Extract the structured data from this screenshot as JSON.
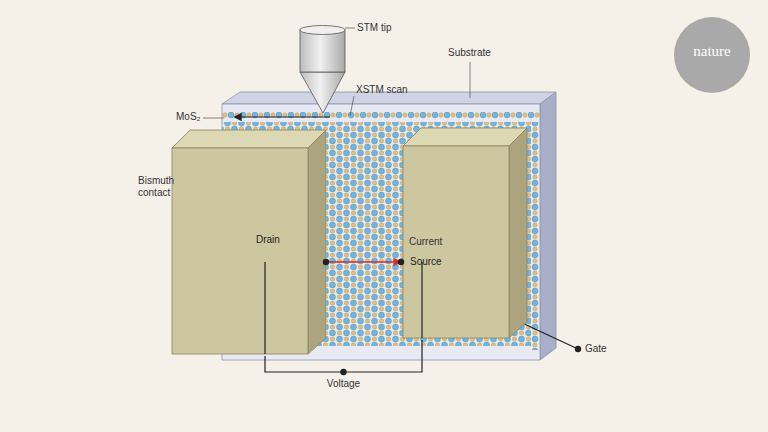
{
  "diagram": {
    "nodes": [
      {
        "text": [
          "Drain"
        ]
      },
      {
        "text": [
          "Source"
        ]
      }
    ],
    "edges": [
      {
        "from": 0,
        "to": 1,
        "arrow": "to",
        "label": "Current"
      },
      {
        "from": 0,
        "to": 1,
        "arrow": "none",
        "label": "Voltage"
      }
    ],
    "labels": [
      "STM tip",
      "XSTM scan",
      "Substrate",
      "MoS₂",
      "Bismuth contact",
      "Gate",
      "nature"
    ]
  }
}
